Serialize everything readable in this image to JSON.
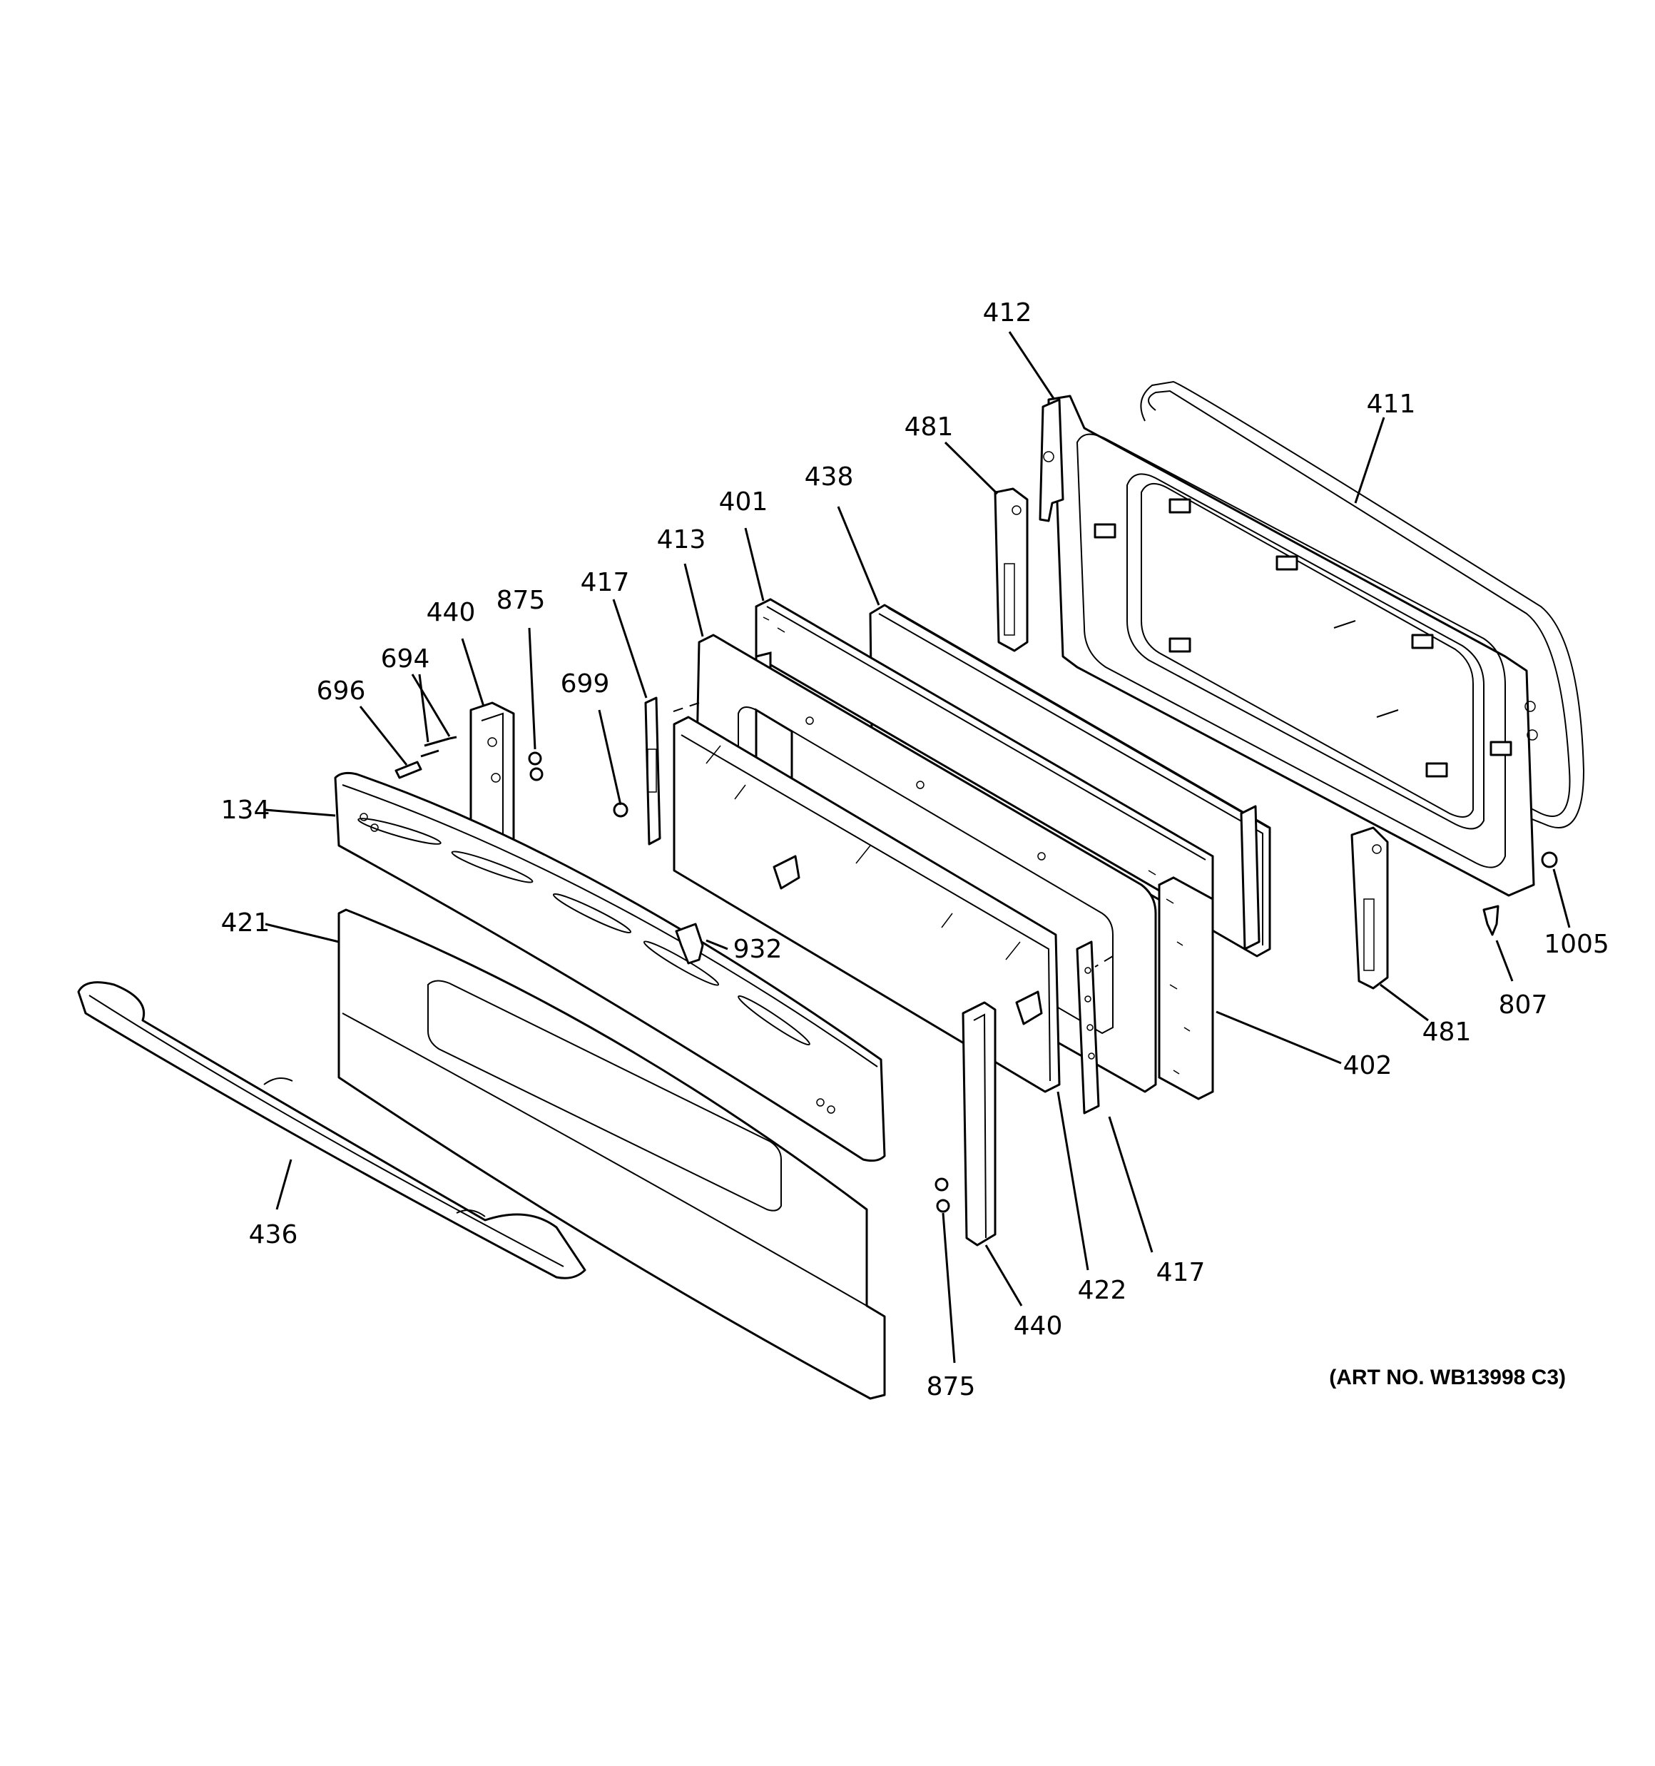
{
  "callouts": [
    {
      "id": "c412",
      "text": "412"
    },
    {
      "id": "c411",
      "text": "411"
    },
    {
      "id": "c481a",
      "text": "481"
    },
    {
      "id": "c438",
      "text": "438"
    },
    {
      "id": "c401",
      "text": "401"
    },
    {
      "id": "c413",
      "text": "413"
    },
    {
      "id": "c417a",
      "text": "417"
    },
    {
      "id": "c440a",
      "text": "440"
    },
    {
      "id": "c875a",
      "text": "875"
    },
    {
      "id": "c694",
      "text": "694"
    },
    {
      "id": "c696",
      "text": "696"
    },
    {
      "id": "c699",
      "text": "699"
    },
    {
      "id": "c134",
      "text": "134"
    },
    {
      "id": "c421",
      "text": "421"
    },
    {
      "id": "c932",
      "text": "932"
    },
    {
      "id": "c436",
      "text": "436"
    },
    {
      "id": "c440b",
      "text": "440"
    },
    {
      "id": "c875b",
      "text": "875"
    },
    {
      "id": "c422",
      "text": "422"
    },
    {
      "id": "c417b",
      "text": "417"
    },
    {
      "id": "c402",
      "text": "402"
    },
    {
      "id": "c481b",
      "text": "481"
    },
    {
      "id": "c807",
      "text": "807"
    },
    {
      "id": "c1005",
      "text": "1005"
    }
  ],
  "art_number": "(ART NO. WB13998 C3)"
}
